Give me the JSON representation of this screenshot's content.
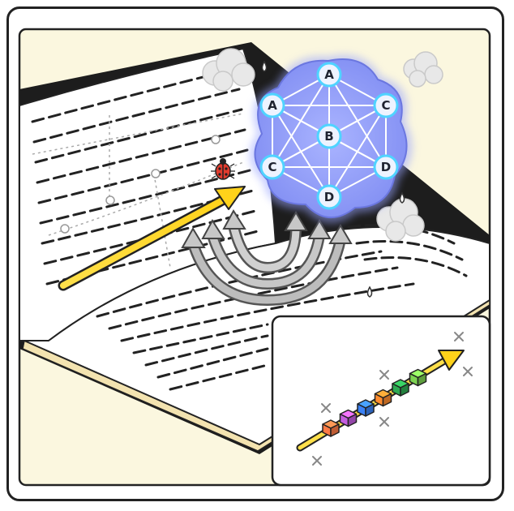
{
  "illustration": {
    "graph": {
      "nodes": [
        {
          "id": "top",
          "label": "A"
        },
        {
          "id": "upper-left",
          "label": "A"
        },
        {
          "id": "upper-right",
          "label": "C"
        },
        {
          "id": "center",
          "label": "B"
        },
        {
          "id": "lower-left",
          "label": "C"
        },
        {
          "id": "lower-right",
          "label": "D"
        },
        {
          "id": "bottom",
          "label": "D"
        }
      ]
    },
    "inset": {
      "cube_colors": [
        "#ff7a45",
        "#c45de0",
        "#3b82f6",
        "#ff8c2e",
        "#2eaa52",
        "#7dd352"
      ]
    },
    "colors": {
      "paper": "#fbf7df",
      "book_page": "#ffffff",
      "arrow": "#ffe04a",
      "graph_blob": "#8c98f5",
      "node_fill": "#eef3ff"
    }
  }
}
